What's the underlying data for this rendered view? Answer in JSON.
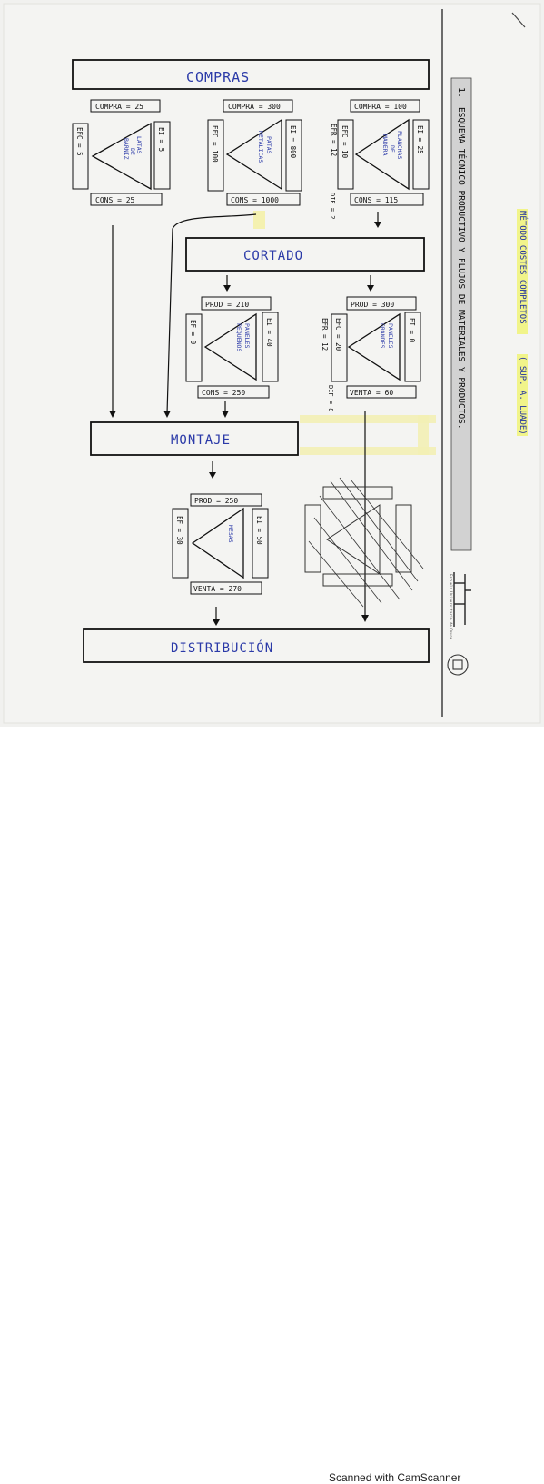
{
  "footer": {
    "scan_label": "Scanned with CamScanner"
  },
  "header": {
    "number": "1.",
    "title": "ESQUEMA TÉCNICO PRODUCTIVO Y FLUJOS DE MATERIALES Y PRODUCTOS.",
    "method": "MÉTODO COSTES COMPLETOS",
    "assumption": "( SUP. A. LUADE)",
    "logo_text": "Escuela Universitaria de Osuna"
  },
  "sections": {
    "compras": "COMPRAS",
    "cortado": "CORTADO",
    "montaje": "MONTAJE",
    "distribucion": "DISTRIBUCIÓN"
  },
  "compras_items": [
    {
      "name_lines": [
        "LATAS",
        "DE",
        "BARNIZ"
      ],
      "top": "COMPRA = 25",
      "bottom": "CONS = 25",
      "ei": "EI = 5",
      "efc": "EFC = 5",
      "efr": "",
      "dif": ""
    },
    {
      "name_lines": [
        "PATAS",
        "METÁLICAS"
      ],
      "top": "COMPRA = 300",
      "bottom": "CONS = 1000",
      "ei": "EI = 800",
      "efc": "EFC = 100",
      "efr": "",
      "dif": ""
    },
    {
      "name_lines": [
        "PLANCHAS",
        "DE",
        "MADERA"
      ],
      "top": "COMPRA = 100",
      "bottom": "CONS = 115",
      "ei": "EI = 25",
      "efc": "EFC = 10",
      "efr": "EFR = 12",
      "dif": "DIF = 2"
    }
  ],
  "cortado_items": [
    {
      "name_lines": [
        "PANELES",
        "PEQUEÑOS"
      ],
      "top": "PROD = 210",
      "bottom": "CONS = 250",
      "ei": "EI = 40",
      "efc": "EF = 0",
      "efr": "",
      "dif": ""
    },
    {
      "name_lines": [
        "PANELES",
        "GRANDES"
      ],
      "top": "PROD = 300",
      "bottom": "VENTA = 60",
      "ei": "EI = 0",
      "efc": "EFC = 20",
      "efr": "EFR = 12",
      "dif": "DIF = 8"
    }
  ],
  "montaje_items": [
    {
      "name_lines": [
        "MESAS"
      ],
      "top": "PROD = 250",
      "bottom": "VENTA = 270",
      "ei": "EI = 50",
      "efc": "EF = 30",
      "efr": "",
      "dif": ""
    }
  ]
}
